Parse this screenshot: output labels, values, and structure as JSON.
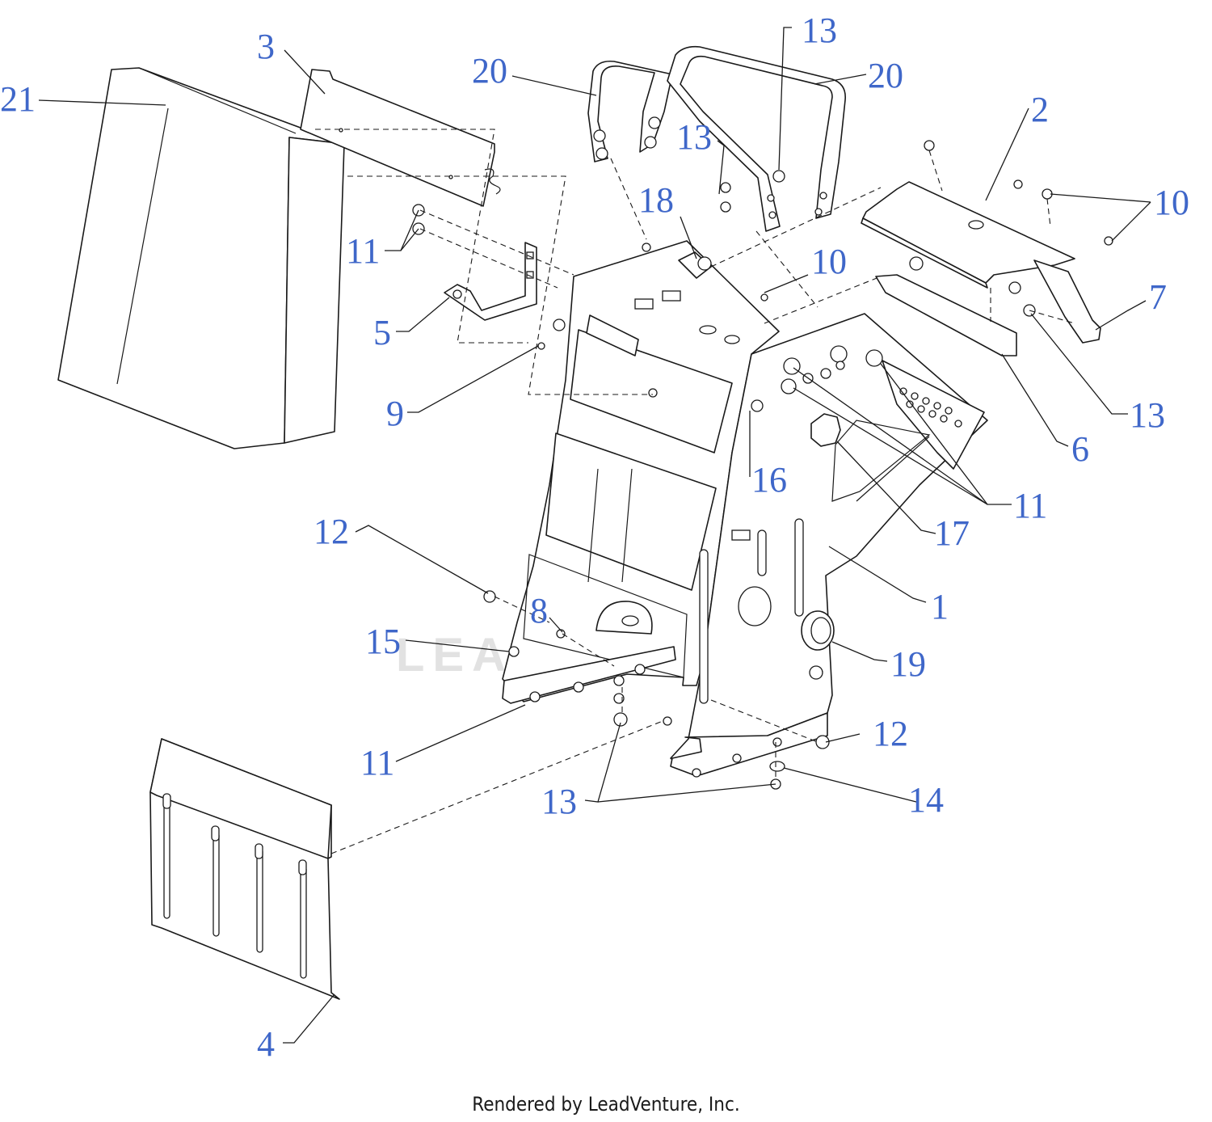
{
  "diagram": {
    "watermark": "LEADVENTURE",
    "footer": "Rendered by LeadVenture, Inc.",
    "colors": {
      "callout": "#3f67c9",
      "line": "#1a1a1a",
      "watermark": "#e2e2e2"
    },
    "callouts": [
      "21",
      "3",
      "20",
      "13",
      "20",
      "13",
      "2",
      "10",
      "18",
      "11",
      "10",
      "5",
      "7",
      "9",
      "6",
      "13",
      "16",
      "11",
      "17",
      "12",
      "1",
      "8",
      "15",
      "19",
      "11",
      "12",
      "14",
      "13",
      "4"
    ]
  }
}
